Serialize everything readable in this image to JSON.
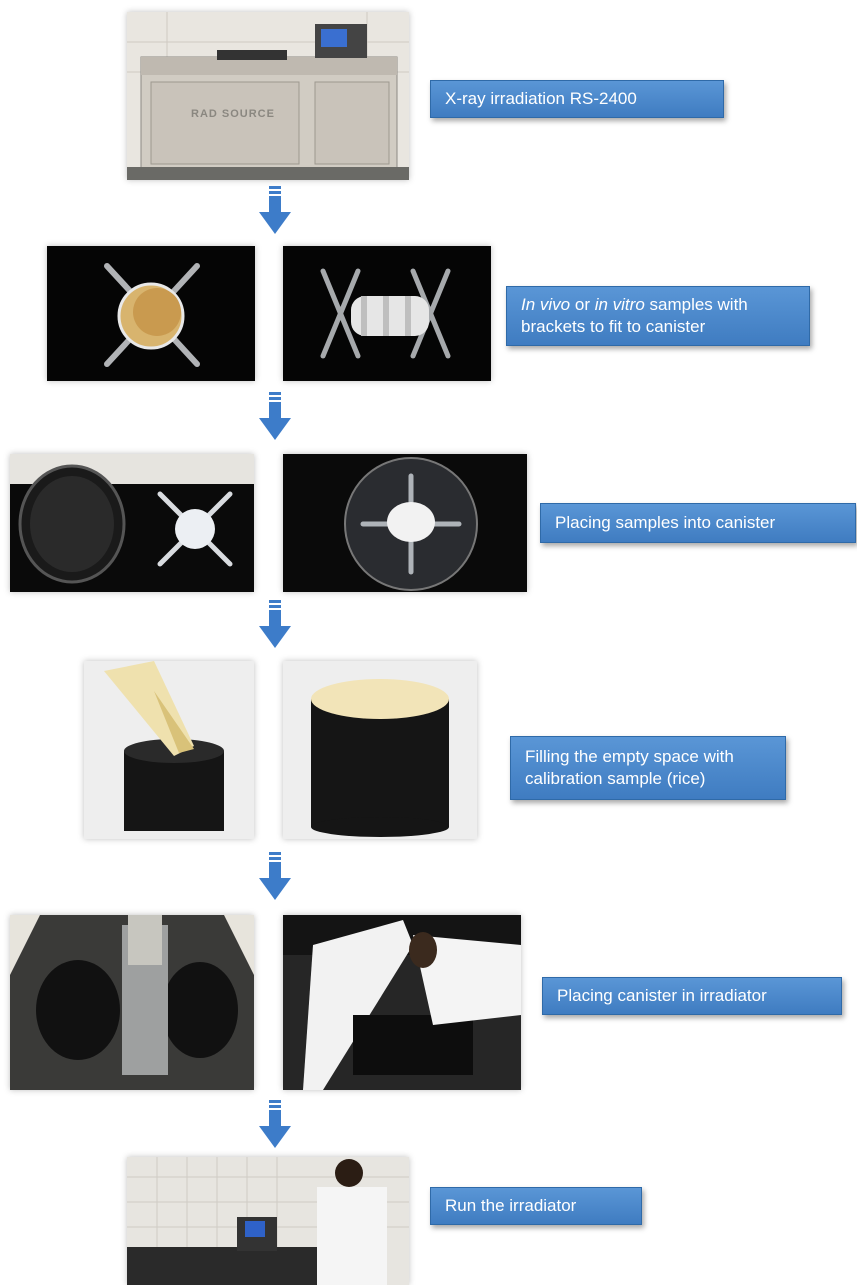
{
  "steps": [
    {
      "label": "X-ray irradiation RS-2400"
    },
    {
      "label_parts": [
        "In vivo",
        " or ",
        "in vitro",
        " samples with brackets to fit to canister"
      ]
    },
    {
      "label": "Placing samples into canister"
    },
    {
      "label": "Filling the empty space with calibration sample (rice)"
    },
    {
      "label": "Placing canister in irradiator"
    },
    {
      "label": "Run the irradiator"
    }
  ],
  "device_logo": "RAD SOURCE",
  "arrow_color": "#3d7cc9",
  "label_color": "#4a88cc"
}
